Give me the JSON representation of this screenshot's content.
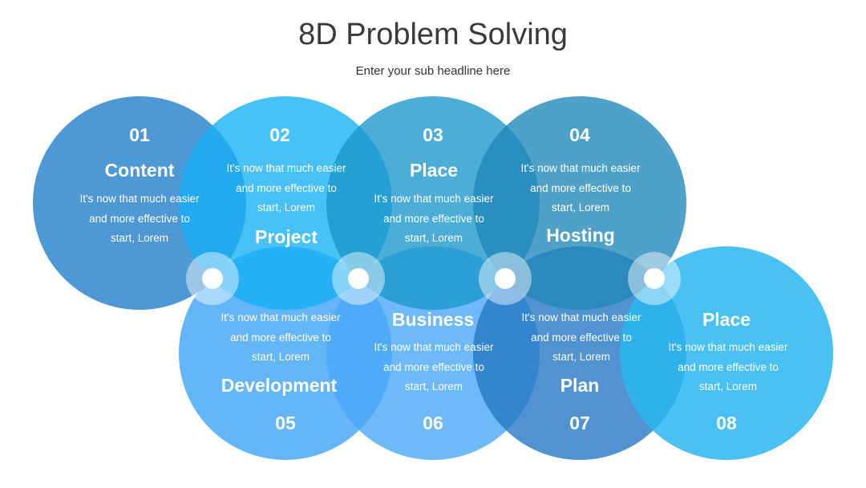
{
  "header": {
    "title": "8D Problem Solving",
    "subtitle": "Enter your sub headline here"
  },
  "colors": {
    "steel_blue": "#3f8fd2",
    "sky_blue": "#29b6f6",
    "teal_blue": "#2b9fd0",
    "slate_blue": "#2e8cc0",
    "light_blue": "#4aa9f7",
    "connector_white": "#ffffff"
  },
  "steps": [
    {
      "number": "01",
      "label": "Content",
      "description": [
        "It's now that much easier",
        "and more effective to",
        "start, Lorem"
      ]
    },
    {
      "number": "02",
      "label": "Project",
      "description": [
        "It's now that much easier",
        "and more effective to",
        "start, Lorem"
      ]
    },
    {
      "number": "03",
      "label": "Place",
      "description": [
        "It's now that much easier",
        "and more effective to",
        "start, Lorem"
      ]
    },
    {
      "number": "04",
      "label": "Hosting",
      "description": [
        "It's now that much easier",
        "and more effective to",
        "start, Lorem"
      ]
    },
    {
      "number": "05",
      "label": "Development",
      "description": [
        "It's now that much easier",
        "and more effective to",
        "start, Lorem"
      ]
    },
    {
      "number": "06",
      "label": "Business",
      "description": [
        "It's now that much easier",
        "and more effective to",
        "start, Lorem"
      ]
    },
    {
      "number": "07",
      "label": "Plan",
      "description": [
        "It's now that much easier",
        "and more effective to",
        "start, Lorem"
      ]
    },
    {
      "number": "08",
      "label": "Place",
      "description": [
        "It's now that much easier",
        "and more effective to",
        "start, Lorem"
      ]
    }
  ]
}
